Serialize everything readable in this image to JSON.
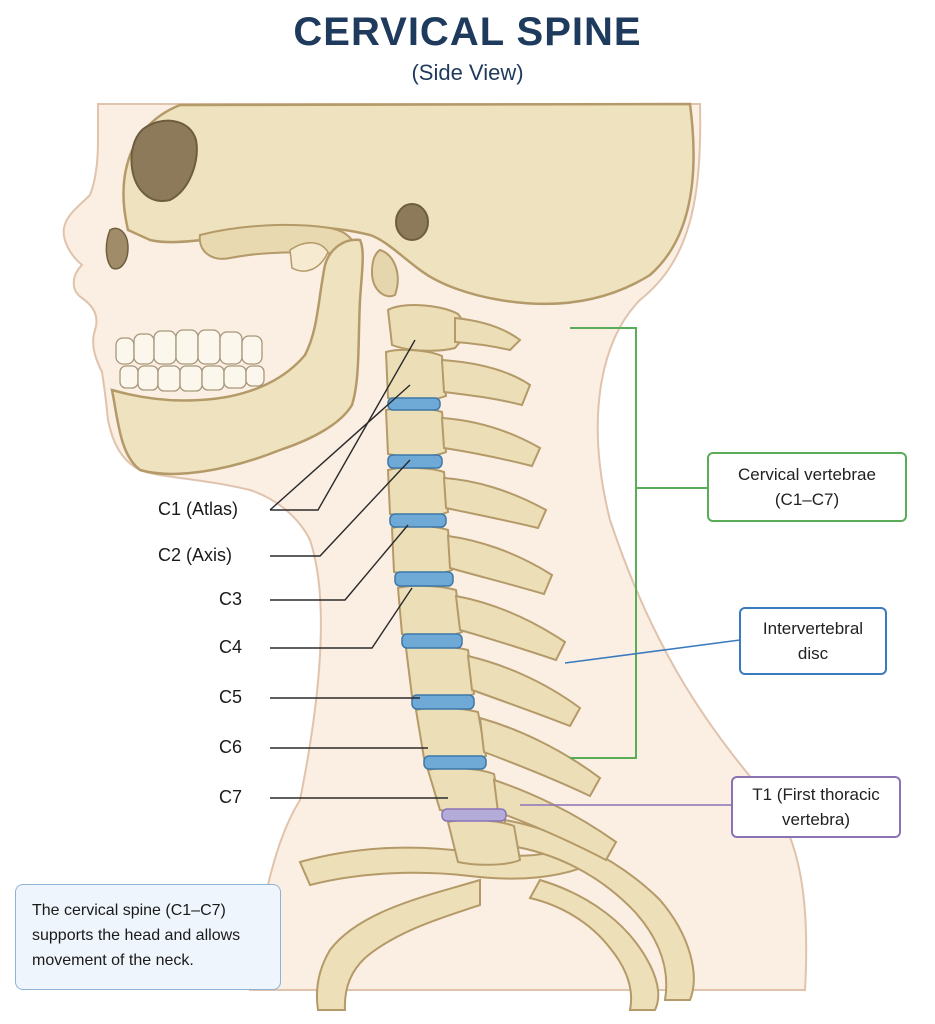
{
  "header": {
    "title": "CERVICAL SPINE",
    "subtitle": "(Side View)"
  },
  "vertebra_labels": [
    {
      "id": "c1",
      "text": "C1 (Atlas)"
    },
    {
      "id": "c2",
      "text": "C2 (Axis)"
    },
    {
      "id": "c3",
      "text": "C3"
    },
    {
      "id": "c4",
      "text": "C4"
    },
    {
      "id": "c5",
      "text": "C5"
    },
    {
      "id": "c6",
      "text": "C6"
    },
    {
      "id": "c7",
      "text": "C7"
    }
  ],
  "callouts": {
    "cervical_vertebrae": {
      "line1": "Cervical vertebrae",
      "line2": "(C1–C7)"
    },
    "intervertebral_disc": {
      "line1": "Intervertebral",
      "line2": "disc"
    },
    "t1": {
      "line1": "T1 (First thoracic",
      "line2": "vertebra)"
    }
  },
  "note": {
    "line1": "The cervical spine (C1–C7)",
    "line2": "supports the head and allows",
    "line3": "movement of the neck."
  },
  "colors": {
    "title": "#1e3a5c",
    "bone": "#ecdfb8",
    "bone_outline": "#b49a68",
    "disc": "#6fa9d6",
    "t1_disc": "#b4acd8",
    "skin": "#fbeee3",
    "bracket_green": "#58ad56",
    "line_blue": "#3a7abf",
    "line_purple": "#8a73b5"
  }
}
